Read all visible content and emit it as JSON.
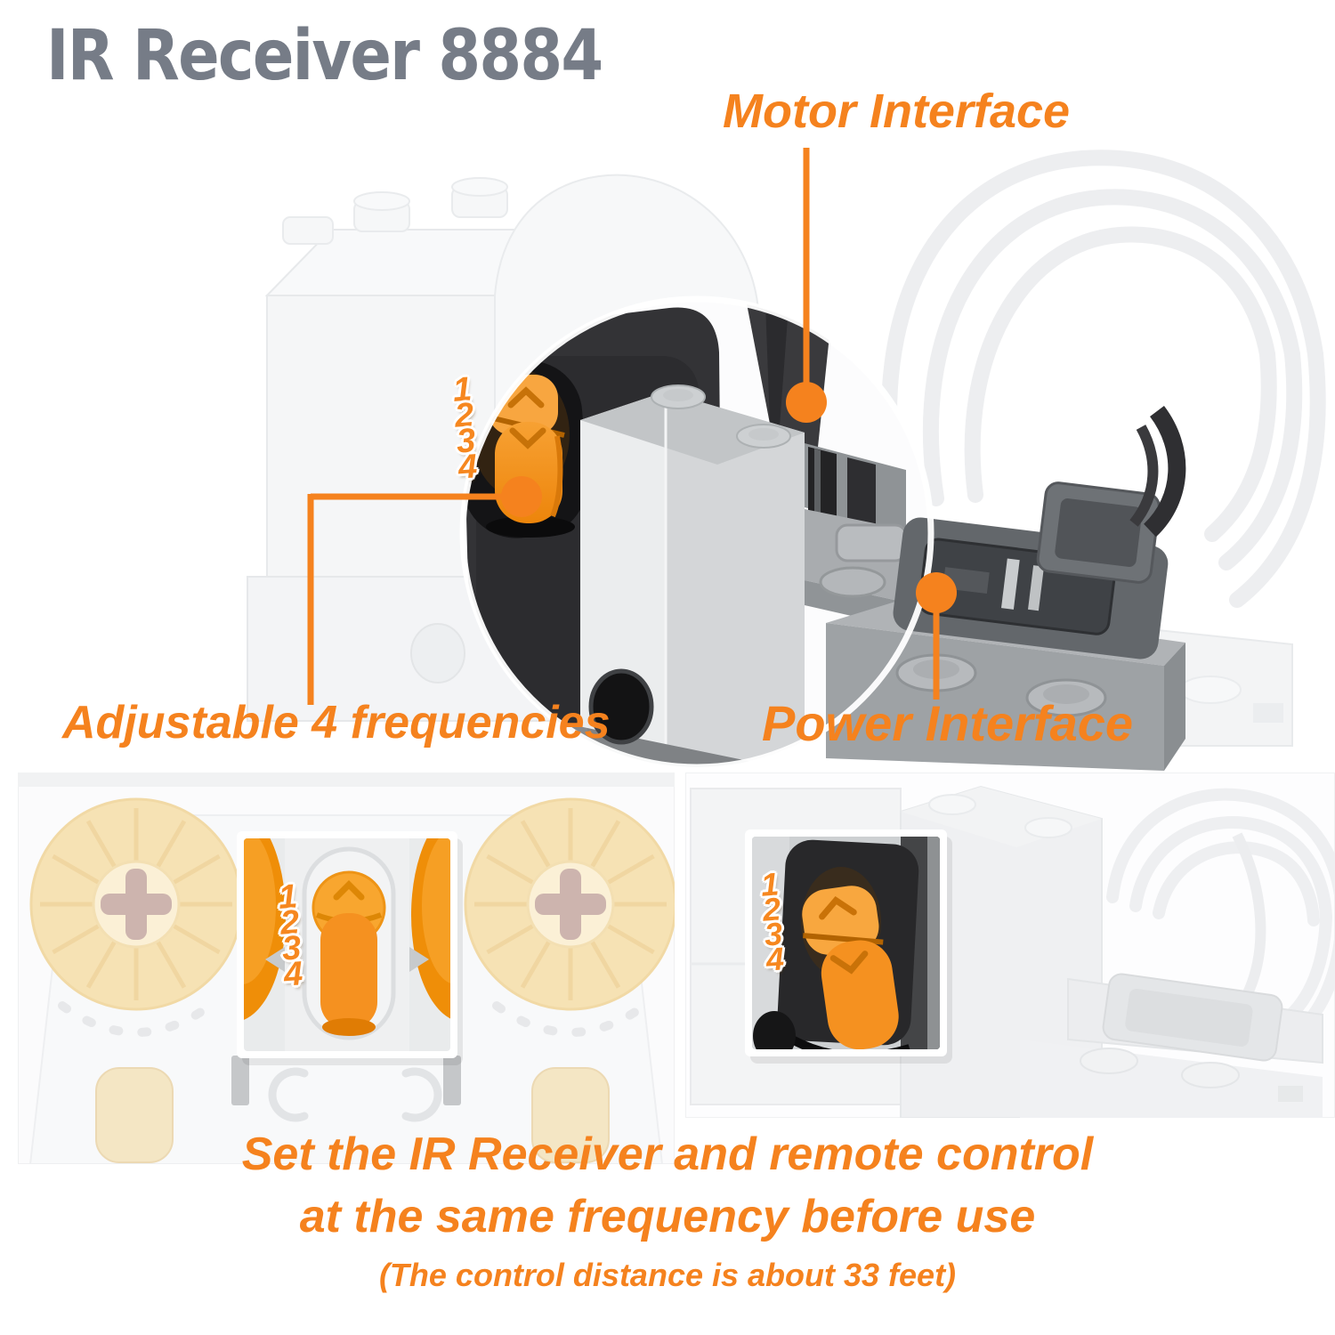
{
  "title": "IR Receiver 8884",
  "callouts": {
    "motor": "Motor Interface",
    "frequency": "Adjustable 4 frequencies",
    "power": "Power Interface"
  },
  "frequency_numbers": [
    "1",
    "2",
    "3",
    "4"
  ],
  "footer": {
    "line1": "Set the IR Receiver and remote control",
    "line2": "at the same frequency before use",
    "line3": "(The control distance is about 33 feet)"
  },
  "colors": {
    "accent_orange": "#F5821E",
    "switch_orange": "#F59120",
    "knob_orange": "#F8A640",
    "title_gray": "#767C87",
    "dark_housing": "#333336",
    "light_brick": "#D4D6D8",
    "pale_dial": "#F6E2B4"
  }
}
